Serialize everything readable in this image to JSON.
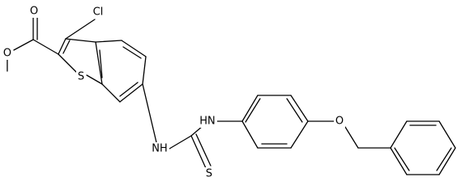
{
  "structure": {
    "labels": {
      "ester_o1": "O",
      "ester_o2": "O",
      "chloro": "Cl",
      "thiophene_s": "S",
      "nh_1": "NH",
      "nh_2": "HN",
      "thione_s": "S",
      "ether_o": "O"
    },
    "colors": {
      "bond": "#000000",
      "label": "#000000",
      "background": "#ffffff"
    }
  }
}
